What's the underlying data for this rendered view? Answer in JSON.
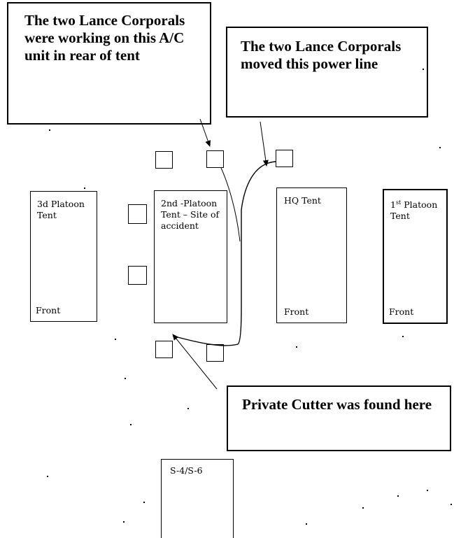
{
  "callouts": {
    "ac_unit": "The two Lance Corporals were working on this A/C unit in rear of tent",
    "power_line": "The two Lance Corporals moved this power line",
    "cutter": "Private Cutter was found here"
  },
  "tents": {
    "third_platoon": {
      "name": "3d Platoon Tent",
      "front": "Front"
    },
    "second_platoon": {
      "name": "2nd -Platoon Tent – Site of accident"
    },
    "hq": {
      "name": "HQ Tent",
      "front": "Front"
    },
    "first_platoon": {
      "name_prefix": "1",
      "name_sup": "st",
      "name_rest": " Platoon Tent",
      "front": "Front"
    },
    "s4_s6": {
      "name": "S-4/S-6"
    }
  }
}
